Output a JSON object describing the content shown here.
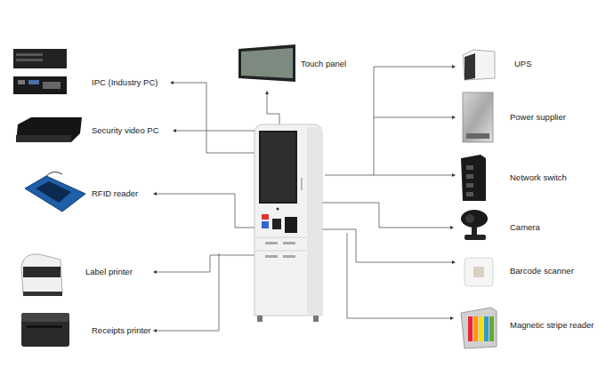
{
  "diagram": {
    "labels": [
      "IPC (Industry PC)",
      "Security video PC",
      "RFID reader",
      "Label printer",
      "Receipts printer",
      "Touch panel",
      "UPS",
      "Power supplier",
      "Network switch",
      "Camera",
      "Barcode scanner",
      "Magnetic stripe reader"
    ]
  }
}
